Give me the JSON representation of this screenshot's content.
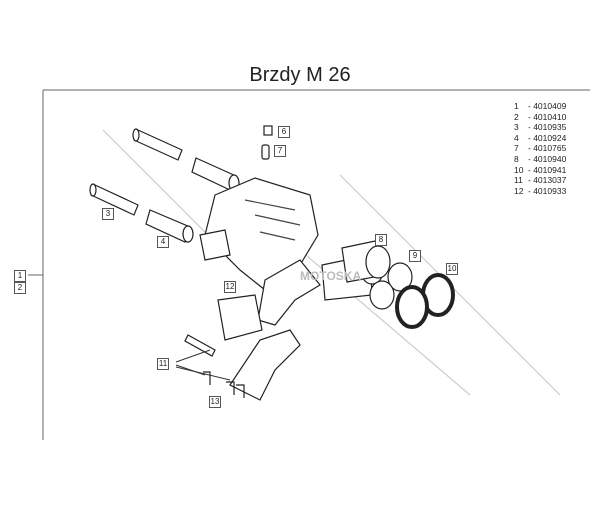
{
  "title": "Brzdy M 26",
  "parts_list": [
    {
      "pos": "1",
      "code": "4010409"
    },
    {
      "pos": "2",
      "code": "4010410"
    },
    {
      "pos": "3",
      "code": "4010935"
    },
    {
      "pos": "4",
      "code": "4010924"
    },
    {
      "pos": "7",
      "code": "4010765"
    },
    {
      "pos": "8",
      "code": "4010940"
    },
    {
      "pos": "10",
      "code": "4010941"
    },
    {
      "pos": "11",
      "code": "4013037"
    },
    {
      "pos": "12",
      "code": "4010933"
    }
  ],
  "callouts": {
    "c1": "1",
    "c2": "2",
    "c3": "3",
    "c4": "4",
    "c6": "6",
    "c7": "7",
    "c8": "8",
    "c9": "9",
    "c10": "10",
    "c11": "11",
    "c12": "12",
    "c13": "13"
  },
  "watermark": "MOTOSKA"
}
